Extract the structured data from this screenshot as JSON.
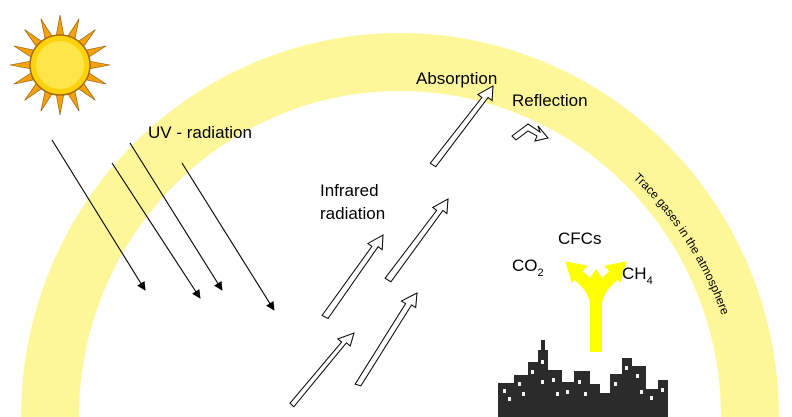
{
  "labels": {
    "uv": "UV - radiation",
    "infrared_line1": "Infrared",
    "infrared_line2": "radiation",
    "absorption": "Absorption",
    "reflection": "Reflection",
    "cfcs": "CFCs",
    "co2_main": "CO",
    "co2_sub": "2",
    "ch4_main": "CH",
    "ch4_sub": "4",
    "trace_gases": "Trace gases in the atmosphere"
  },
  "colors": {
    "atmosphere_band": "#fdf79a",
    "sun_rays": "#f5a10c",
    "sun_core": "#fdd20b",
    "emission_arrows": "#ffff00",
    "city": "#2b2b2b"
  },
  "icons": {
    "sun": "sun-icon",
    "city": "city-skyline-icon",
    "reflection": "reflection-arrow-icon"
  }
}
